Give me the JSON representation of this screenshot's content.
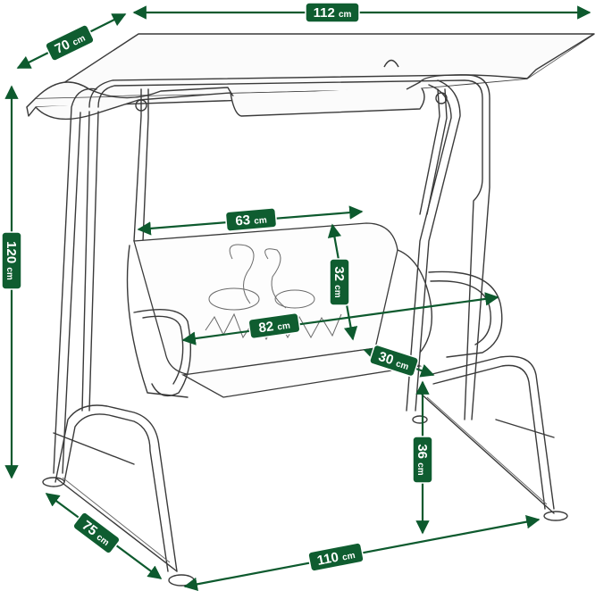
{
  "colors": {
    "dimension": "#0d5a2e",
    "outline": "#3a3a3a",
    "background": "#ffffff"
  },
  "dimensions": {
    "canopy_width": {
      "value": "112",
      "unit": "cm"
    },
    "canopy_depth": {
      "value": "70",
      "unit": "cm"
    },
    "total_height": {
      "value": "120",
      "unit": "cm"
    },
    "seat_back_width": {
      "value": "63",
      "unit": "cm"
    },
    "backrest_height": {
      "value": "32",
      "unit": "cm"
    },
    "seat_width": {
      "value": "82",
      "unit": "cm"
    },
    "seat_depth": {
      "value": "30",
      "unit": "cm"
    },
    "seat_height": {
      "value": "36",
      "unit": "cm"
    },
    "base_depth": {
      "value": "75",
      "unit": "cm"
    },
    "base_width": {
      "value": "110",
      "unit": "cm"
    }
  }
}
